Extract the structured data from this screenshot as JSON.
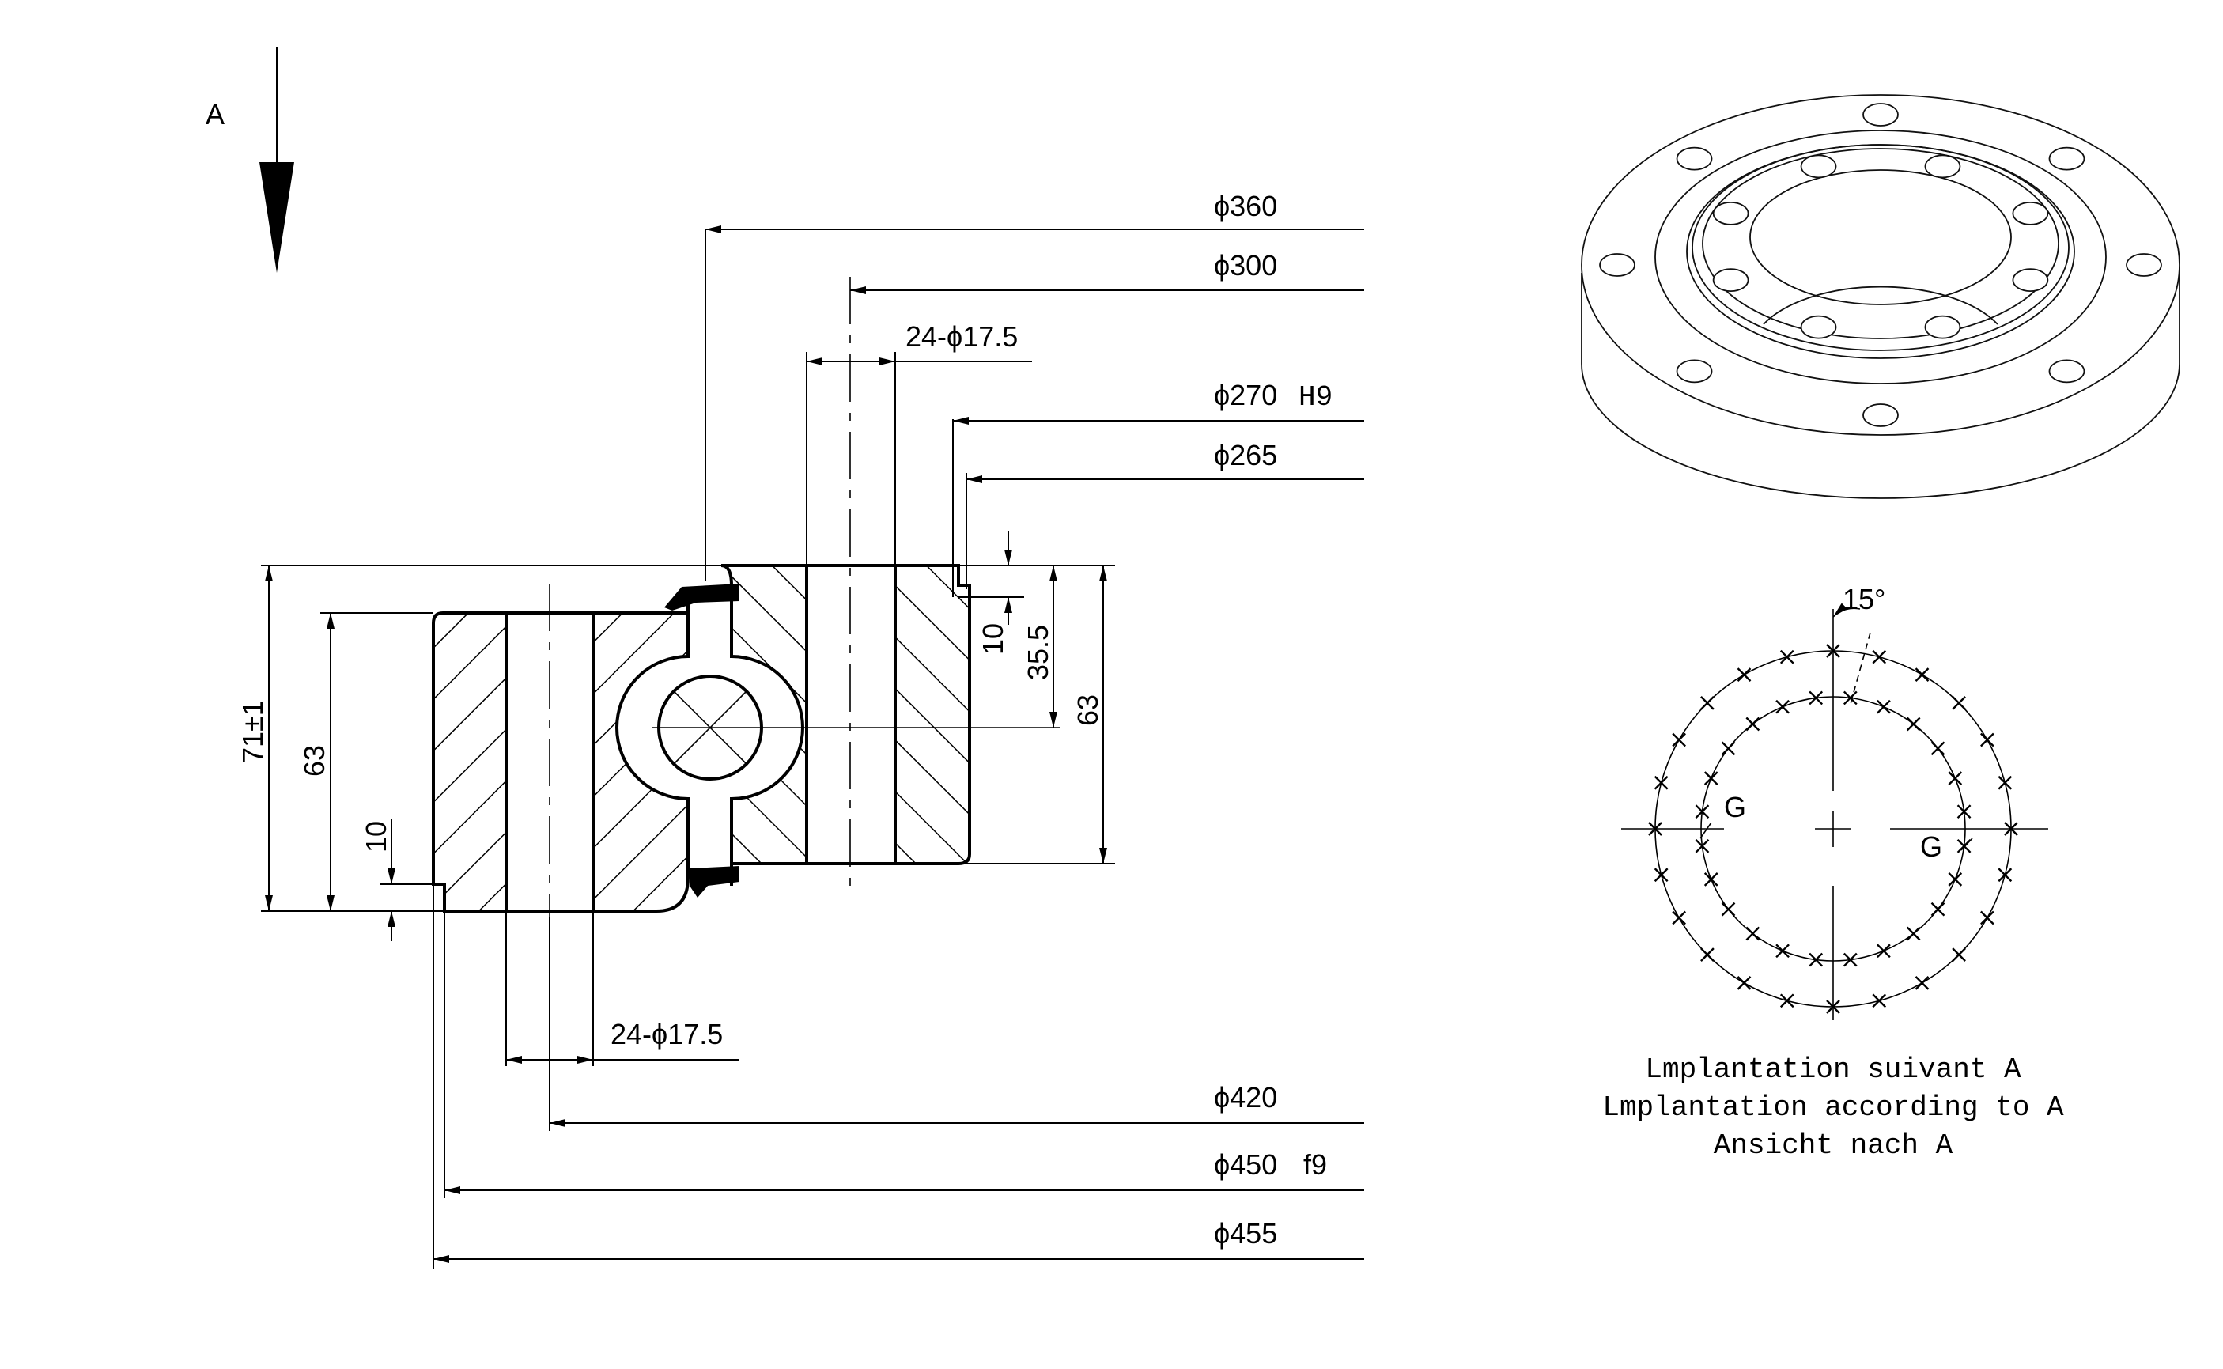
{
  "view_arrow": {
    "label": "A"
  },
  "dimensions": {
    "d360": "ϕ360",
    "d300": "ϕ300",
    "holes_top": "24-ϕ17.5",
    "d270": "ϕ270",
    "d270_tol": "H9",
    "d265": "ϕ265",
    "h10_right": "10",
    "h35_5": "35.5",
    "h63_right": "63",
    "h71": "71±1",
    "h63_left": "63",
    "h10_left": "10",
    "holes_bottom": "24-ϕ17.5",
    "d420": "ϕ420",
    "d450": "ϕ450",
    "d450_tol": "f9",
    "d455": "ϕ455"
  },
  "hole_pattern": {
    "angle": "15°",
    "gear_mark_left": "G",
    "gear_mark_right": "G",
    "outer_hole_count": 24,
    "inner_hole_count": 24,
    "pitch_deg": 15
  },
  "caption": {
    "line1": "Lmplantation suivant A",
    "line2": "Lmplantation according to A",
    "line3": "Ansicht nach A"
  },
  "iso_view": {
    "outer_ring_holes": 8,
    "inner_ring_holes": 8
  }
}
